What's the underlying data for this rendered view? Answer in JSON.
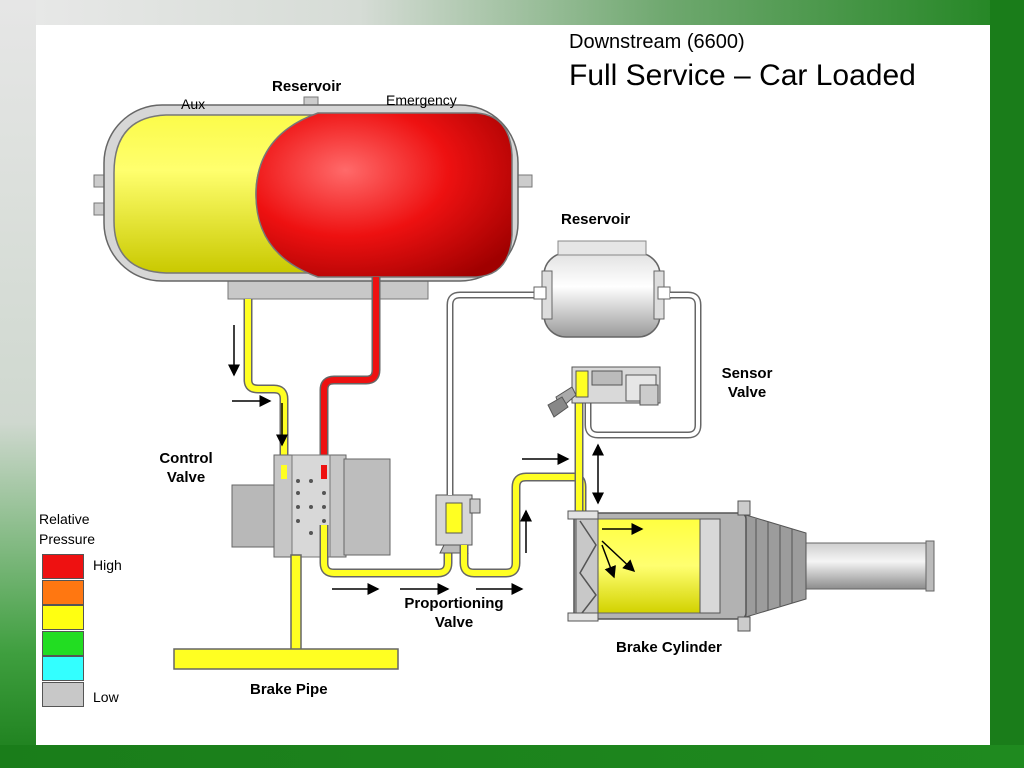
{
  "header": {
    "subtitle": "Downstream (6600)",
    "title": "Full Service – Car Loaded"
  },
  "labels": {
    "reservoir_main": "Reservoir",
    "aux": "Aux",
    "emergency": "Emergency",
    "reservoir_small": "Reservoir",
    "sensor_valve_line1": "Sensor",
    "sensor_valve_line2": "Valve",
    "control_valve_line1": "Control",
    "control_valve_line2": "Valve",
    "proportioning_line1": "Proportioning",
    "proportioning_line2": "Valve",
    "brake_cylinder": "Brake Cylinder",
    "brake_pipe": "Brake Pipe"
  },
  "legend": {
    "title_line1": "Relative",
    "title_line2": "Pressure",
    "high_label": "High",
    "low_label": "Low",
    "levels": [
      {
        "name": "high",
        "color": "#ee1111"
      },
      {
        "name": "medium-high",
        "color": "#ff7711"
      },
      {
        "name": "medium",
        "color": "#ffff11"
      },
      {
        "name": "medium-low",
        "color": "#22dd22"
      },
      {
        "name": "low-medium",
        "color": "#33ffff"
      },
      {
        "name": "low",
        "color": "#c8c8c8"
      }
    ]
  },
  "colors": {
    "aux_pressure": "#ffff11",
    "emergency_pressure": "#ee1111",
    "brake_pipe_pressure": "#ffff11",
    "reservoir_small_pressure": "#c8c8c8",
    "background_accent": "#1a7d1a"
  }
}
